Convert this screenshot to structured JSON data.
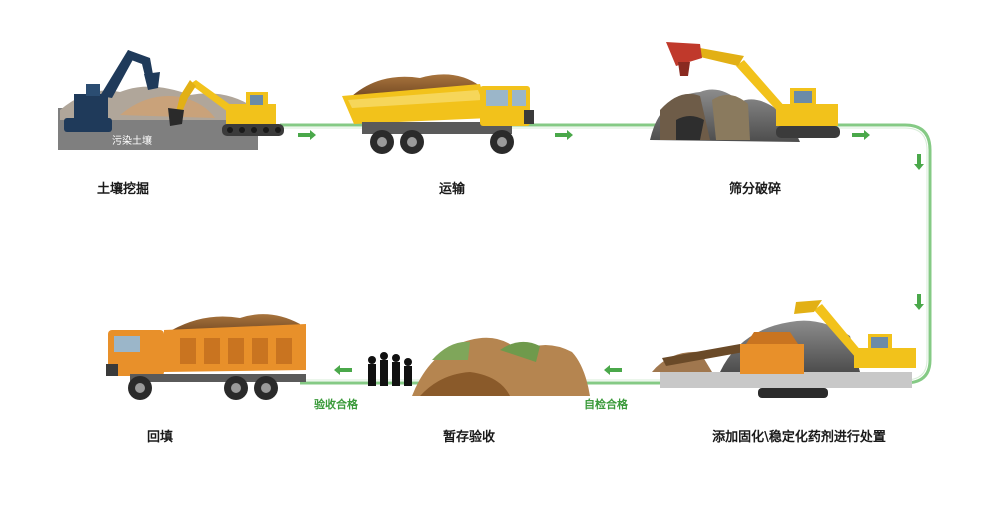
{
  "steps": {
    "excavation": "土壤挖掘",
    "transport": "运输",
    "screening": "筛分破碎",
    "treatment": "添加固化\\稳定化药剂进行处置",
    "storage": "暂存验收",
    "backfill": "回填"
  },
  "tags": {
    "contaminated_soil": "污染土壤"
  },
  "checks": {
    "self_check": "自检合格",
    "acceptance": "验收合格"
  },
  "colors": {
    "flow_line": "#5cb85c",
    "arrow": "#4aa84a",
    "excavator_yellow": "#f2c21b",
    "excavator_blue": "#1f3a5a",
    "truck_orange": "#e8902a",
    "soil_brown": "#8a5a2a"
  }
}
